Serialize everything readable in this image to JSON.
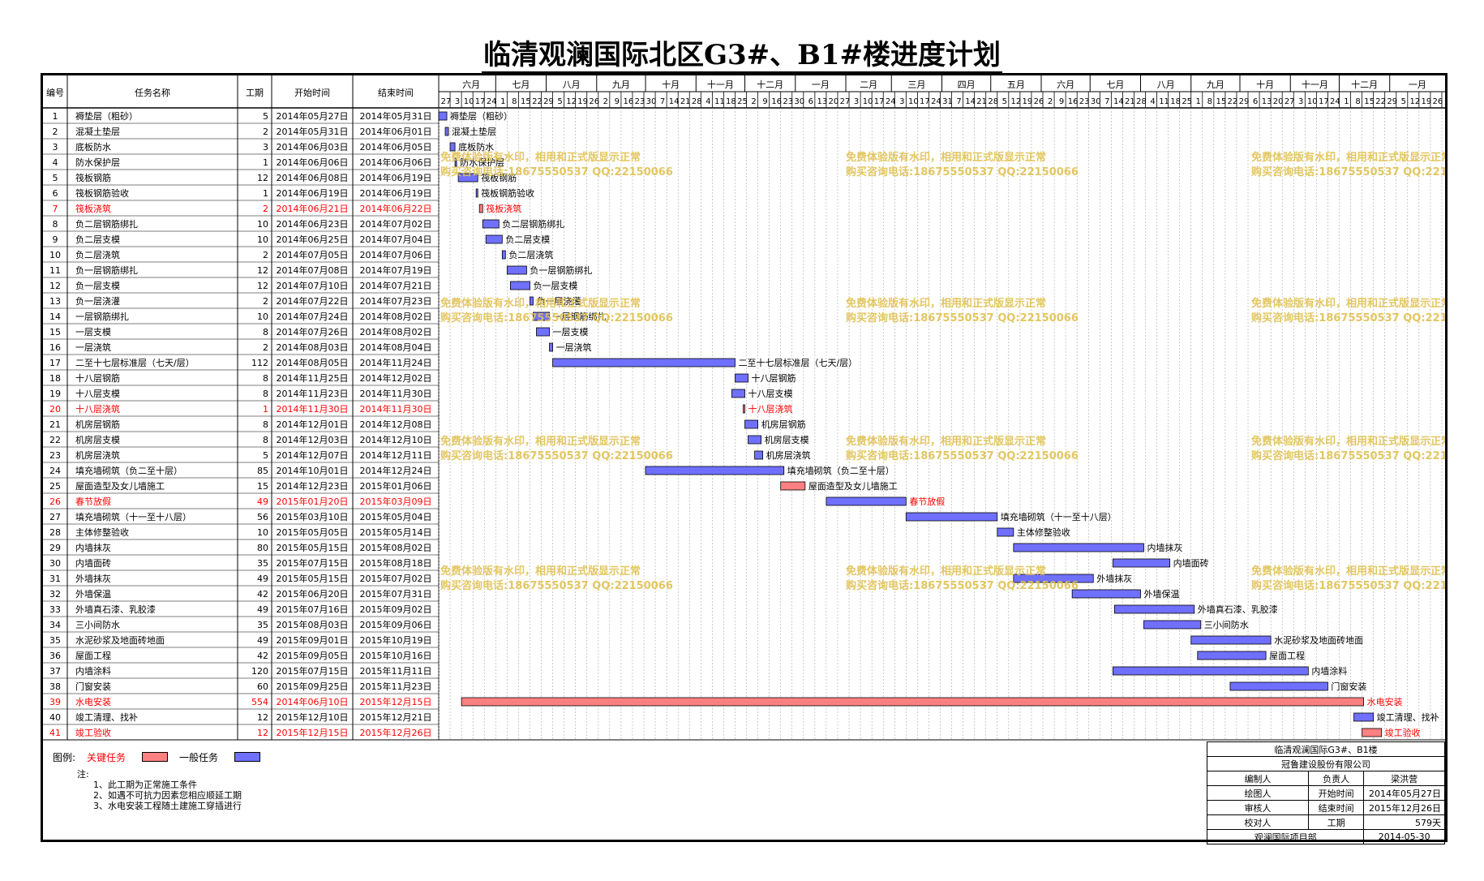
{
  "title": "临清观澜国际北区G3#、B1#楼进度计划",
  "headers": {
    "no": "编号",
    "name": "任务名称",
    "duration": "工期",
    "start": "开始时间",
    "end": "结束时间"
  },
  "colors": {
    "critical": "#ff0000",
    "critical_bar": "#ff8080",
    "normal_bar": "#7070ff",
    "watermark": "#e0c050"
  },
  "watermark": {
    "line1": "免费体验版有水印，相用和正式版显示正常",
    "line2": "购买咨询电话:18675550537 QQ:22150066"
  },
  "chart_data": {
    "type": "gantt",
    "title": "临清观澜国际北区G3#、B1#楼进度计划",
    "x_axis": {
      "start": "2014-05-27",
      "end": "2016-02-04",
      "tick_step_days": 7,
      "months": [
        {
          "label": "六月",
          "start": "2014-06-01"
        },
        {
          "label": "七月",
          "start": "2014-07-01"
        },
        {
          "label": "八月",
          "start": "2014-08-01"
        },
        {
          "label": "九月",
          "start": "2014-09-01"
        },
        {
          "label": "十月",
          "start": "2014-10-01"
        },
        {
          "label": "十一月",
          "start": "2014-11-01"
        },
        {
          "label": "十二月",
          "start": "2014-12-01"
        },
        {
          "label": "一月",
          "start": "2015-01-01"
        },
        {
          "label": "二月",
          "start": "2015-02-01"
        },
        {
          "label": "三月",
          "start": "2015-03-01"
        },
        {
          "label": "四月",
          "start": "2015-04-01"
        },
        {
          "label": "五月",
          "start": "2015-05-01"
        },
        {
          "label": "六月",
          "start": "2015-06-01"
        },
        {
          "label": "七月",
          "start": "2015-07-01"
        },
        {
          "label": "八月",
          "start": "2015-08-01"
        },
        {
          "label": "九月",
          "start": "2015-09-01"
        },
        {
          "label": "十月",
          "start": "2015-10-01"
        },
        {
          "label": "十一月",
          "start": "2015-11-01"
        },
        {
          "label": "十二月",
          "start": "2015-12-01"
        },
        {
          "label": "一月",
          "start": "2016-01-01"
        }
      ]
    },
    "tasks": [
      {
        "no": "1",
        "name": "褥垫层（粗砂）",
        "duration": "5",
        "start": "2014年05月27日",
        "end": "2014年05月31日",
        "start_date": "2014-05-27",
        "end_date": "2014-05-31",
        "critical": false
      },
      {
        "no": "2",
        "name": "混凝土垫层",
        "duration": "2",
        "start": "2014年05月31日",
        "end": "2014年06月01日",
        "start_date": "2014-05-31",
        "end_date": "2014-06-01",
        "critical": false
      },
      {
        "no": "3",
        "name": "底板防水",
        "duration": "3",
        "start": "2014年06月03日",
        "end": "2014年06月05日",
        "start_date": "2014-06-03",
        "end_date": "2014-06-05",
        "critical": false
      },
      {
        "no": "4",
        "name": "防水保护层",
        "duration": "1",
        "start": "2014年06月06日",
        "end": "2014年06月06日",
        "start_date": "2014-06-06",
        "end_date": "2014-06-06",
        "critical": false
      },
      {
        "no": "5",
        "name": "筏板钢筋",
        "duration": "12",
        "start": "2014年06月08日",
        "end": "2014年06月19日",
        "start_date": "2014-06-08",
        "end_date": "2014-06-19",
        "critical": false
      },
      {
        "no": "6",
        "name": "筏板钢筋验收",
        "duration": "1",
        "start": "2014年06月19日",
        "end": "2014年06月19日",
        "start_date": "2014-06-19",
        "end_date": "2014-06-19",
        "critical": false
      },
      {
        "no": "7",
        "name": "筏板浇筑",
        "duration": "2",
        "start": "2014年06月21日",
        "end": "2014年06月22日",
        "start_date": "2014-06-21",
        "end_date": "2014-06-22",
        "critical": true
      },
      {
        "no": "8",
        "name": "负二层钢筋绑扎",
        "duration": "10",
        "start": "2014年06月23日",
        "end": "2014年07月02日",
        "start_date": "2014-06-23",
        "end_date": "2014-07-02",
        "critical": false
      },
      {
        "no": "9",
        "name": "负二层支模",
        "duration": "10",
        "start": "2014年06月25日",
        "end": "2014年07月04日",
        "start_date": "2014-06-25",
        "end_date": "2014-07-04",
        "critical": false
      },
      {
        "no": "10",
        "name": "负二层浇筑",
        "duration": "2",
        "start": "2014年07月05日",
        "end": "2014年07月06日",
        "start_date": "2014-07-05",
        "end_date": "2014-07-06",
        "critical": false
      },
      {
        "no": "11",
        "name": "负一层钢筋绑扎",
        "duration": "12",
        "start": "2014年07月08日",
        "end": "2014年07月19日",
        "start_date": "2014-07-08",
        "end_date": "2014-07-19",
        "critical": false
      },
      {
        "no": "12",
        "name": "负一层支模",
        "duration": "12",
        "start": "2014年07月10日",
        "end": "2014年07月21日",
        "start_date": "2014-07-10",
        "end_date": "2014-07-21",
        "critical": false
      },
      {
        "no": "13",
        "name": "负一层浇灌",
        "duration": "2",
        "start": "2014年07月22日",
        "end": "2014年07月23日",
        "start_date": "2014-07-22",
        "end_date": "2014-07-23",
        "critical": false
      },
      {
        "no": "14",
        "name": "一层钢筋绑扎",
        "duration": "10",
        "start": "2014年07月24日",
        "end": "2014年08月02日",
        "start_date": "2014-07-24",
        "end_date": "2014-08-02",
        "critical": false
      },
      {
        "no": "15",
        "name": "一层支模",
        "duration": "8",
        "start": "2014年07月26日",
        "end": "2014年08月02日",
        "start_date": "2014-07-26",
        "end_date": "2014-08-02",
        "critical": false
      },
      {
        "no": "16",
        "name": "一层浇筑",
        "duration": "2",
        "start": "2014年08月03日",
        "end": "2014年08月04日",
        "start_date": "2014-08-03",
        "end_date": "2014-08-04",
        "critical": false
      },
      {
        "no": "17",
        "name": "二至十七层标准层（七天/层）",
        "duration": "112",
        "start": "2014年08月05日",
        "end": "2014年11月24日",
        "start_date": "2014-08-05",
        "end_date": "2014-11-24",
        "critical": false
      },
      {
        "no": "18",
        "name": "十八层钢筋",
        "duration": "8",
        "start": "2014年11月25日",
        "end": "2014年12月02日",
        "start_date": "2014-11-25",
        "end_date": "2014-12-02",
        "critical": false
      },
      {
        "no": "19",
        "name": "十八层支模",
        "duration": "8",
        "start": "2014年11月23日",
        "end": "2014年11月30日",
        "start_date": "2014-11-23",
        "end_date": "2014-11-30",
        "critical": false
      },
      {
        "no": "20",
        "name": "十八层浇筑",
        "duration": "1",
        "start": "2014年11月30日",
        "end": "2014年11月30日",
        "start_date": "2014-11-30",
        "end_date": "2014-11-30",
        "critical": true
      },
      {
        "no": "21",
        "name": "机房层钢筋",
        "duration": "8",
        "start": "2014年12月01日",
        "end": "2014年12月08日",
        "start_date": "2014-12-01",
        "end_date": "2014-12-08",
        "critical": false
      },
      {
        "no": "22",
        "name": "机房层支模",
        "duration": "8",
        "start": "2014年12月03日",
        "end": "2014年12月10日",
        "start_date": "2014-12-03",
        "end_date": "2014-12-10",
        "critical": false
      },
      {
        "no": "23",
        "name": "机房层浇筑",
        "duration": "5",
        "start": "2014年12月07日",
        "end": "2014年12月11日",
        "start_date": "2014-12-07",
        "end_date": "2014-12-11",
        "critical": false
      },
      {
        "no": "24",
        "name": "填充墙砌筑（负二至十层）",
        "duration": "85",
        "start": "2014年10月01日",
        "end": "2014年12月24日",
        "start_date": "2014-10-01",
        "end_date": "2014-12-24",
        "critical": false
      },
      {
        "no": "25",
        "name": "屋面造型及女儿墙施工",
        "duration": "15",
        "start": "2014年12月23日",
        "end": "2015年01月06日",
        "start_date": "2014-12-23",
        "end_date": "2015-01-06",
        "critical": false,
        "bar_critical": true
      },
      {
        "no": "26",
        "name": "春节放假",
        "duration": "49",
        "start": "2015年01月20日",
        "end": "2015年03月09日",
        "start_date": "2015-01-20",
        "end_date": "2015-03-09",
        "critical": true,
        "bar_critical": false
      },
      {
        "no": "27",
        "name": "填充墙砌筑（十一至十八层）",
        "duration": "56",
        "start": "2015年03月10日",
        "end": "2015年05月04日",
        "start_date": "2015-03-10",
        "end_date": "2015-05-04",
        "critical": false
      },
      {
        "no": "28",
        "name": "主体修整验收",
        "duration": "10",
        "start": "2015年05月05日",
        "end": "2015年05月14日",
        "start_date": "2015-05-05",
        "end_date": "2015-05-14",
        "critical": false
      },
      {
        "no": "29",
        "name": "内墙抹灰",
        "duration": "80",
        "start": "2015年05月15日",
        "end": "2015年08月02日",
        "start_date": "2015-05-15",
        "end_date": "2015-08-02",
        "critical": false
      },
      {
        "no": "30",
        "name": "内墙面砖",
        "duration": "35",
        "start": "2015年07月15日",
        "end": "2015年08月18日",
        "start_date": "2015-07-15",
        "end_date": "2015-08-18",
        "critical": false
      },
      {
        "no": "31",
        "name": "外墙抹灰",
        "duration": "49",
        "start": "2015年05月15日",
        "end": "2015年07月02日",
        "start_date": "2015-05-15",
        "end_date": "2015-07-02",
        "critical": false
      },
      {
        "no": "32",
        "name": "外墙保温",
        "duration": "42",
        "start": "2015年06月20日",
        "end": "2015年07月31日",
        "start_date": "2015-06-20",
        "end_date": "2015-07-31",
        "critical": false
      },
      {
        "no": "33",
        "name": "外墙真石漆、乳胶漆",
        "duration": "49",
        "start": "2015年07月16日",
        "end": "2015年09月02日",
        "start_date": "2015-07-16",
        "end_date": "2015-09-02",
        "critical": false
      },
      {
        "no": "34",
        "name": "三小间防水",
        "duration": "35",
        "start": "2015年08月03日",
        "end": "2015年09月06日",
        "start_date": "2015-08-03",
        "end_date": "2015-09-06",
        "critical": false
      },
      {
        "no": "35",
        "name": "水泥砂浆及地面砖地面",
        "duration": "49",
        "start": "2015年09月01日",
        "end": "2015年10月19日",
        "start_date": "2015-09-01",
        "end_date": "2015-10-19",
        "critical": false
      },
      {
        "no": "36",
        "name": "屋面工程",
        "duration": "42",
        "start": "2015年09月05日",
        "end": "2015年10月16日",
        "start_date": "2015-09-05",
        "end_date": "2015-10-16",
        "critical": false
      },
      {
        "no": "37",
        "name": "内墙涂料",
        "duration": "120",
        "start": "2015年07月15日",
        "end": "2015年11月11日",
        "start_date": "2015-07-15",
        "end_date": "2015-11-11",
        "critical": false
      },
      {
        "no": "38",
        "name": "门窗安装",
        "duration": "60",
        "start": "2015年09月25日",
        "end": "2015年11月23日",
        "start_date": "2015-09-25",
        "end_date": "2015-11-23",
        "critical": false
      },
      {
        "no": "39",
        "name": "水电安装",
        "duration": "554",
        "start": "2014年06月10日",
        "end": "2015年12月15日",
        "start_date": "2014-06-10",
        "end_date": "2015-12-15",
        "critical": true
      },
      {
        "no": "40",
        "name": "竣工清理、找补",
        "duration": "12",
        "start": "2015年12月10日",
        "end": "2015年12月21日",
        "start_date": "2015-12-10",
        "end_date": "2015-12-21",
        "critical": false
      },
      {
        "no": "41",
        "name": "竣工验收",
        "duration": "12",
        "start": "2015年12月15日",
        "end": "2015年12月26日",
        "start_date": "2015-12-15",
        "end_date": "2015-12-26",
        "critical": true
      }
    ],
    "legend": {
      "label": "图例:",
      "critical": "关键任务",
      "normal": "一般任务"
    }
  },
  "notes": {
    "label": "注:",
    "items": [
      "1、此工期为正常施工条件",
      "2、如遇不可抗力因素您相应顺延工期",
      "3、水电安装工程随土建施工穿插进行"
    ]
  },
  "signature": {
    "project": "临清观澜国际G3#、B1楼",
    "company": "冠鲁建设股份有限公司",
    "rows": [
      {
        "a": "编制人",
        "b": "负责人",
        "c": "梁洪营"
      },
      {
        "a": "绘图人",
        "b": "开始时间",
        "c": "2014年05月27日"
      },
      {
        "a": "审核人",
        "b": "结束时间",
        "c": "2015年12月26日"
      },
      {
        "a": "校对人",
        "b": "工期",
        "c": "579天"
      }
    ],
    "dept": "观澜国际项目部",
    "date": "2014-05-30"
  }
}
